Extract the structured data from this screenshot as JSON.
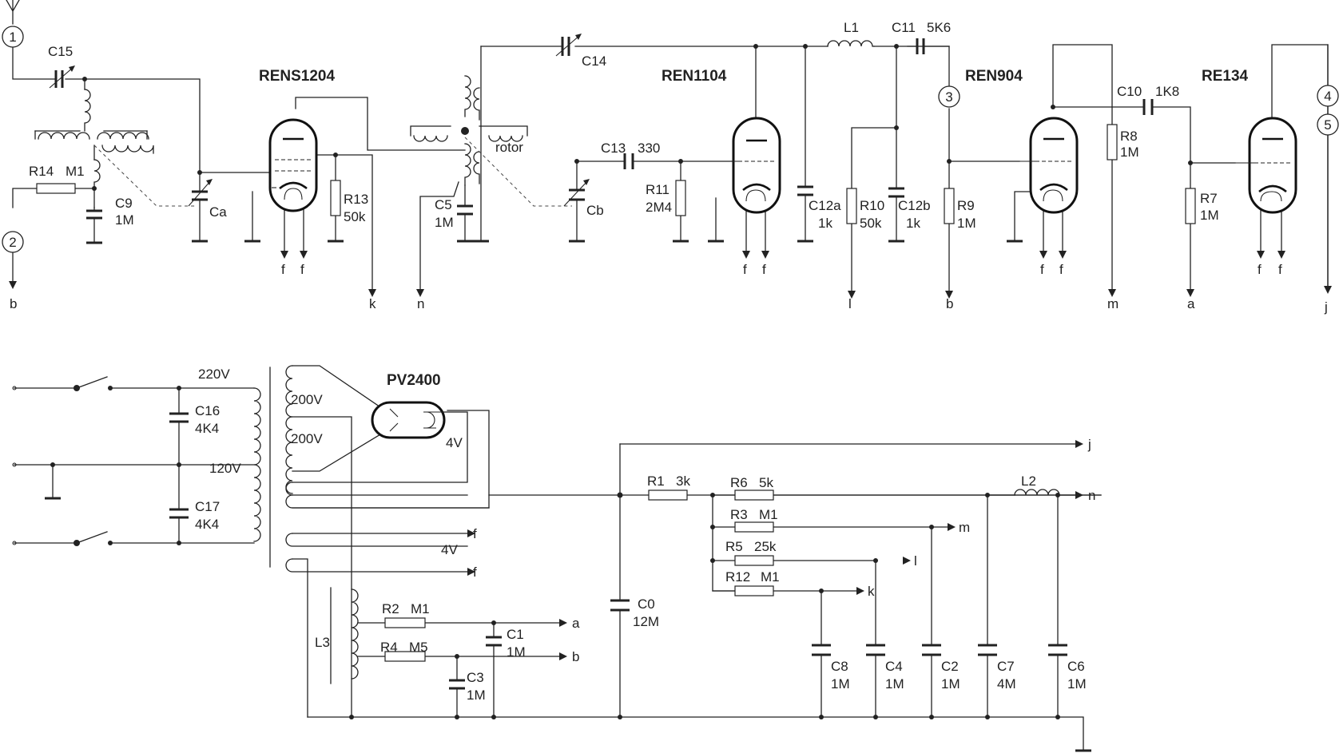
{
  "tubes": [
    "RENS1204",
    "REN1104",
    "REN904",
    "RE134",
    "PV2400"
  ],
  "connectors": [
    "1",
    "2",
    "3",
    "4",
    "5"
  ],
  "top_labels": {
    "C15": "C15",
    "R14": "R14",
    "M1": "M1",
    "C9": "C9",
    "C9v": "1M",
    "Ca": "Ca",
    "R13": "R13",
    "R13v": "50k",
    "C14": "C14",
    "rotor": "rotor",
    "C5": "C5",
    "C5v": "1M",
    "Cb": "Cb",
    "C13": "C13",
    "C13v": "330",
    "R11": "R11",
    "R11v": "2M4",
    "L1": "L1",
    "C11": "C11",
    "C11v": "5K6",
    "C12a": "C12a",
    "C12av": "1k",
    "R10": "R10",
    "R10v": "50k",
    "C12b": "C12b",
    "C12bv": "1k",
    "R9": "R9",
    "R9v": "1M",
    "C10": "C10",
    "C10v": "1K8",
    "R8": "R8",
    "R8v": "1M",
    "R7": "R7",
    "R7v": "1M"
  },
  "bottom_labels": {
    "v220": "220V",
    "v200a": "200V",
    "v200b": "200V",
    "v120": "120V",
    "v4a": "4V",
    "v4b": "4V",
    "C16": "C16",
    "C16v": "4K4",
    "C17": "C17",
    "C17v": "4K4",
    "L3": "L3",
    "R2": "R2",
    "R2v": "M1",
    "R4": "R4",
    "R4v": "M5",
    "C1": "C1",
    "C1v": "1M",
    "C3": "C3",
    "C3v": "1M",
    "C0": "C0",
    "C0v": "12M",
    "R1": "R1",
    "R1v": "3k",
    "R6": "R6",
    "R6v": "5k",
    "R3": "R3",
    "R3v": "M1",
    "R5": "R5",
    "R5v": "25k",
    "R12": "R12",
    "R12v": "M1",
    "L2": "L2",
    "C8": "C8",
    "C8v": "1M",
    "C4": "C4",
    "C4v": "1M",
    "C2": "C2",
    "C2v": "1M",
    "C7": "C7",
    "C7v": "4M",
    "C6": "C6",
    "C6v": "1M"
  },
  "nets": {
    "f": "f",
    "a": "a",
    "b": "b",
    "j": "j",
    "k": "k",
    "l": "l",
    "m": "m",
    "n": "n"
  }
}
